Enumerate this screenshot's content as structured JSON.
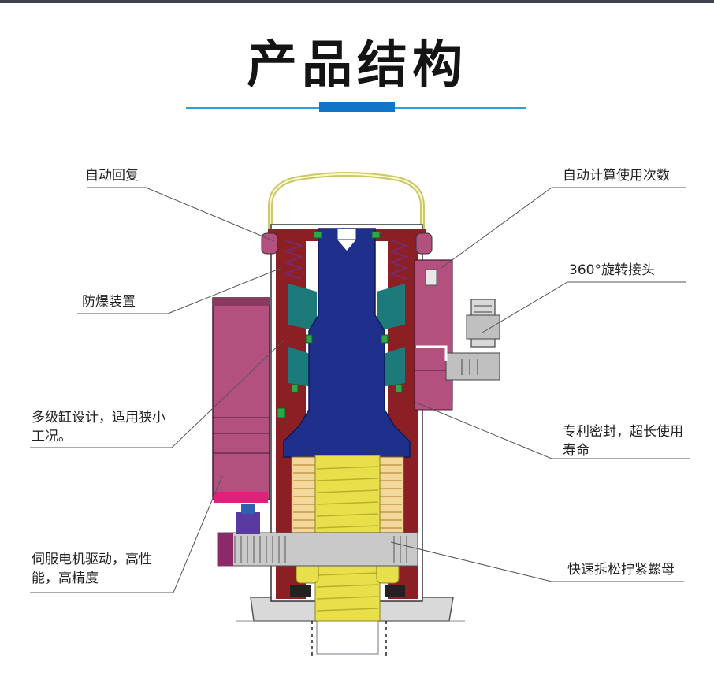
{
  "page": {
    "title": "产品结构"
  },
  "labels": {
    "auto_return": "自动回复",
    "explosion_proof": "防爆装置",
    "multi_cylinder": "多级缸设计，适用狭小工况。",
    "servo_drive": "伺服电机驱动，高性能，高精度",
    "auto_count": "自动计算使用次数",
    "swivel_joint": "360°旋转接头",
    "patent_seal": "专利密封，超长使用寿命",
    "quick_nut": "快速拆松拧紧螺母"
  },
  "colors": {
    "accent_blue": "#1175c7",
    "line_blue": "#2f9fdc",
    "piston_blue": "#1e2f8c",
    "housing_red": "#8c1f24",
    "motor_pink": "#b3507e",
    "nut_yellow": "#e8e04a",
    "seal_green": "#2aa84a",
    "gear_gray": "#9a9a9a",
    "leader_gray": "#555555"
  }
}
